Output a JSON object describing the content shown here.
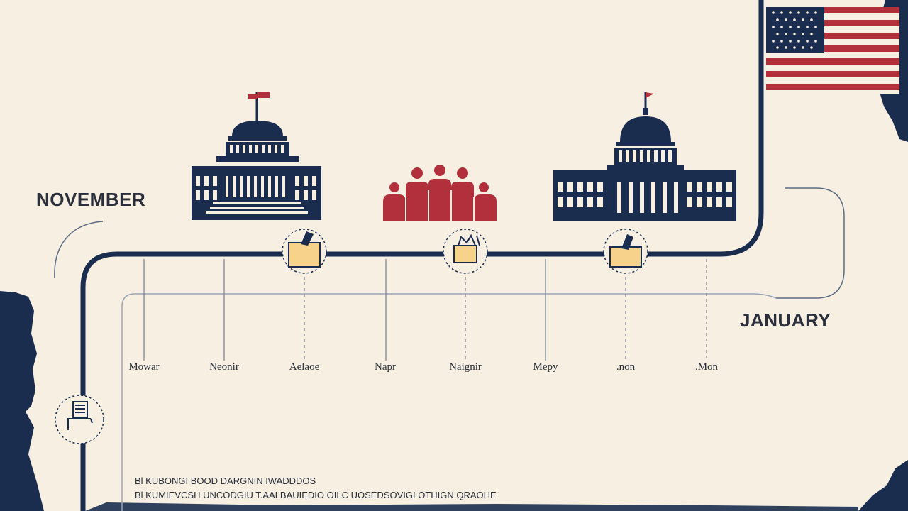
{
  "months": {
    "start": "NOVEMBER",
    "end": "JANUARY"
  },
  "ticks": [
    {
      "label": "Mowar"
    },
    {
      "label": "Neonir"
    },
    {
      "label": "Aelaoe"
    },
    {
      "label": "Napr"
    },
    {
      "label": "Naignir"
    },
    {
      "label": "Mepy"
    },
    {
      "label": ".non"
    },
    {
      "label": ".Mon"
    }
  ],
  "footnotes": [
    "Bl  KUBONGI  BOOD  DARGNIN  IWADDDOS",
    "Bl  KUMIEVCSH  UNCODGIU  T.AAI  BAUIEDIO  OILC  UOSEDSOVIGI  OTHIGN  QRAOHE"
  ],
  "icons": [
    {
      "name": "capitol-building-icon"
    },
    {
      "name": "crowd-icon"
    },
    {
      "name": "white-house-icon"
    },
    {
      "name": "ballot-box-icon"
    },
    {
      "name": "voter-booth-icon"
    },
    {
      "name": "ballot-box-icon"
    },
    {
      "name": "podium-icon"
    },
    {
      "name": "us-flag-icon"
    }
  ],
  "colors": {
    "background": "#f6efe2",
    "navy": "#1b2d4f",
    "red": "#b1303b",
    "ballot_yellow": "#f6d28a"
  }
}
